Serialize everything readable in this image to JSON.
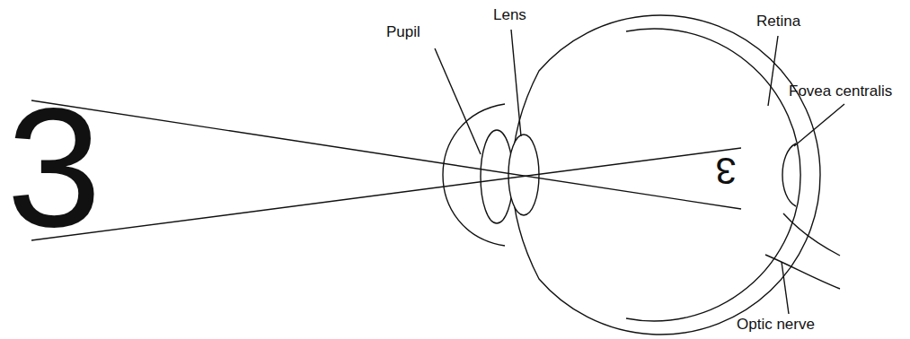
{
  "diagram": {
    "labels": [
      "Pupil",
      "Lens",
      "Retina",
      "Fovea centralis",
      "3",
      "3",
      "Optic nerve"
    ]
  }
}
